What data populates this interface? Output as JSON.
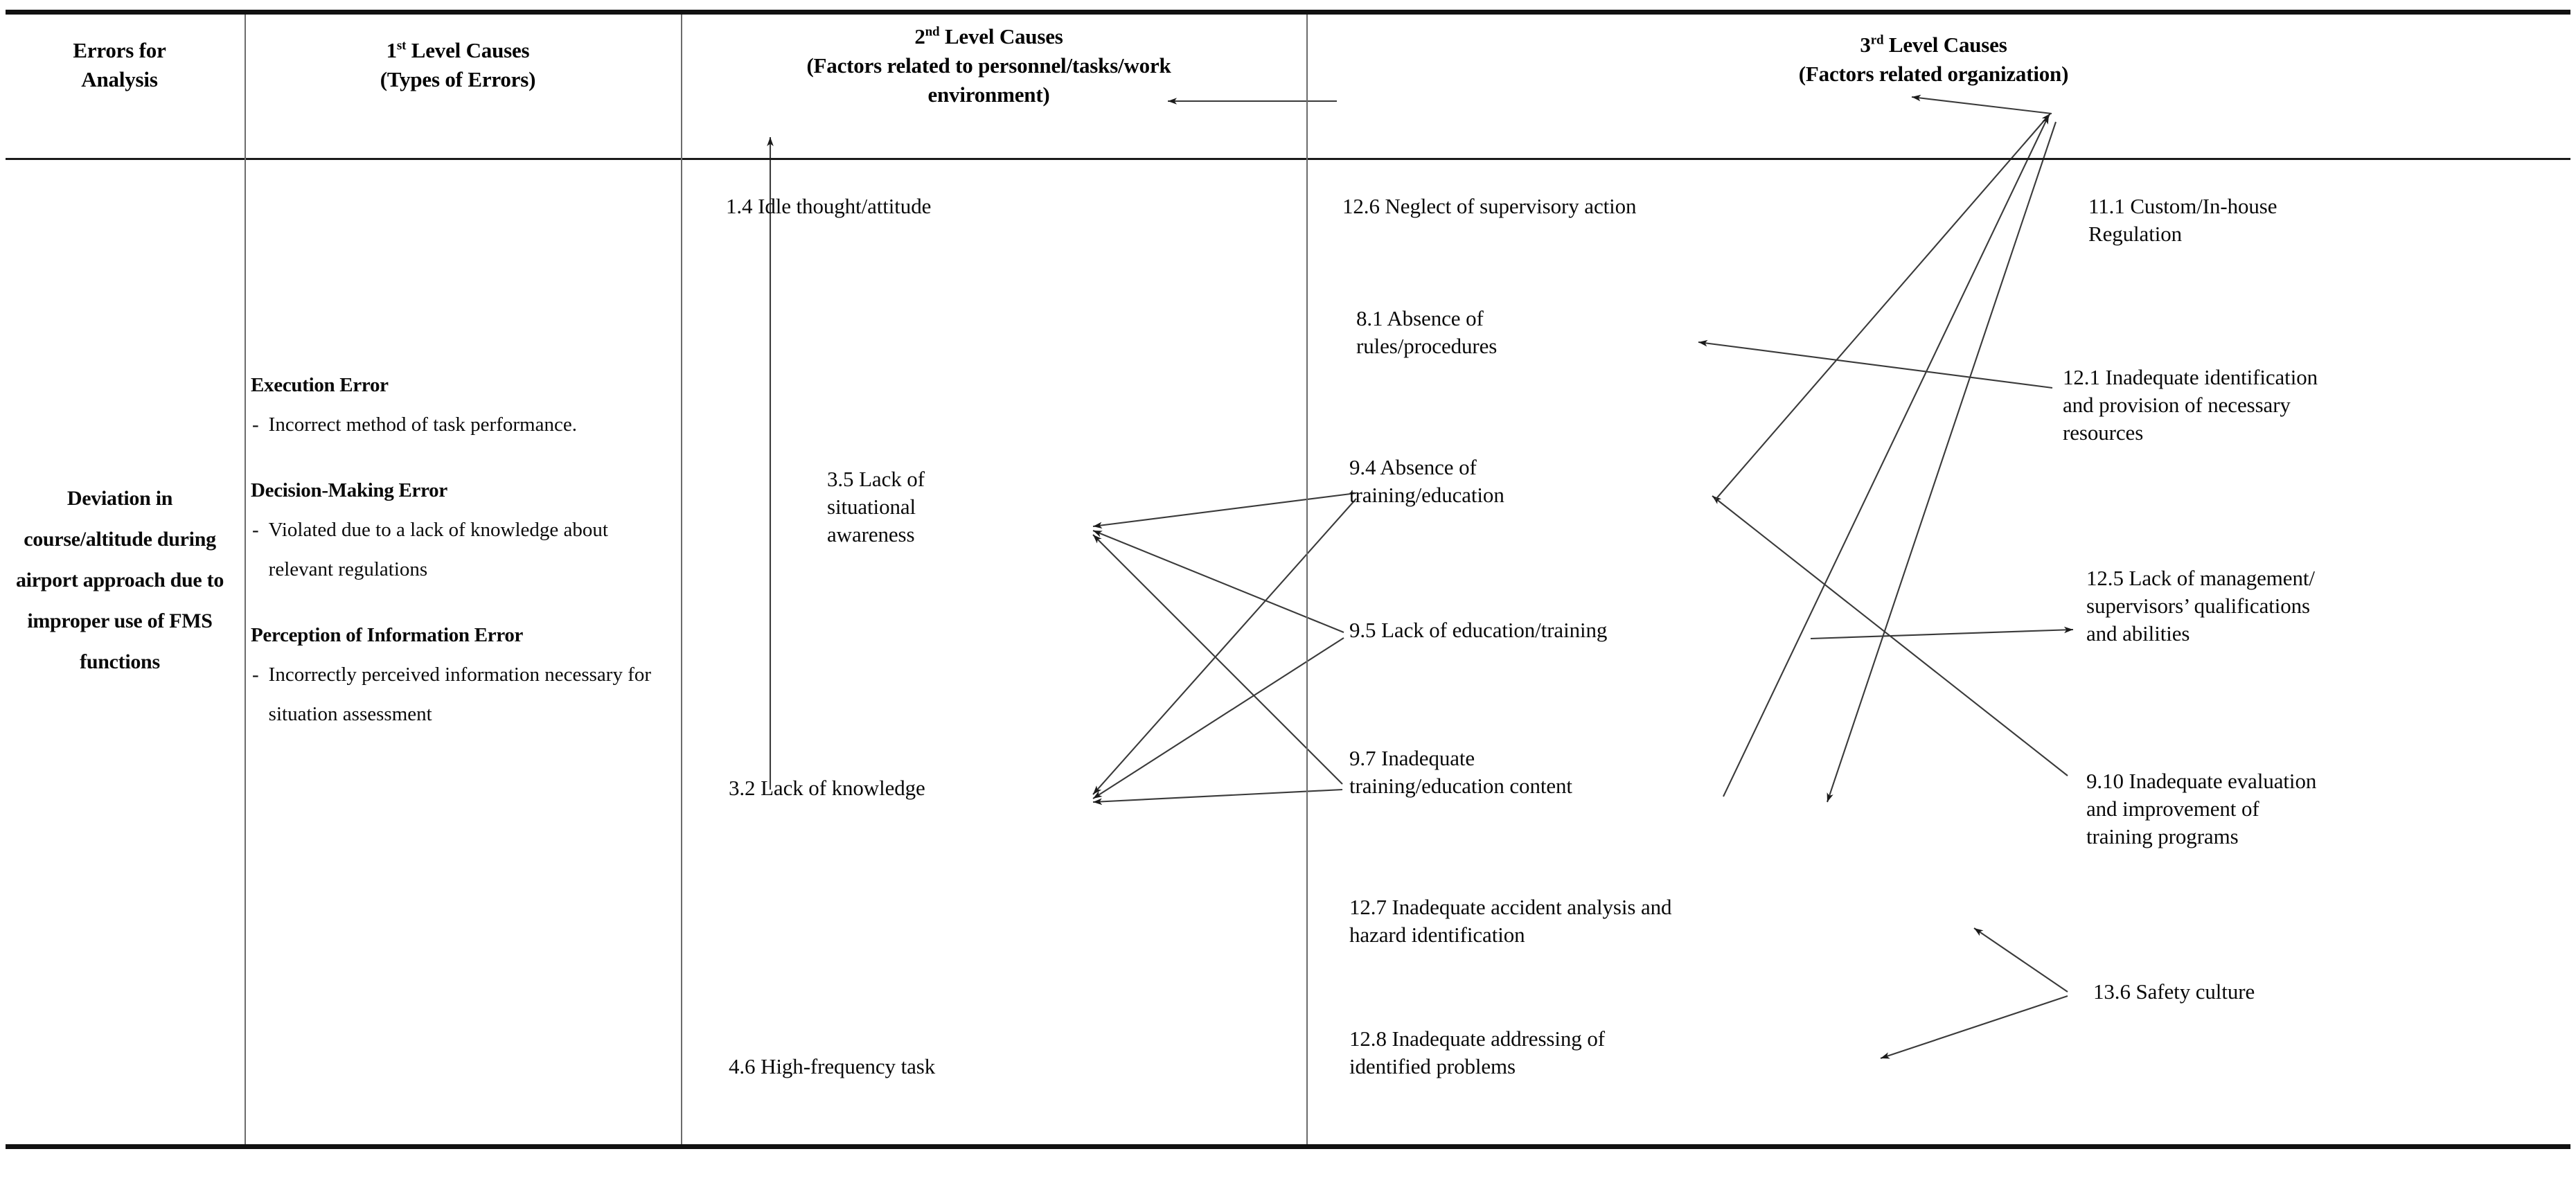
{
  "table": {
    "headers": [
      {
        "id": "errors-for-analysis",
        "line1": "Errors for",
        "line2": "Analysis",
        "sup": ""
      },
      {
        "id": "first-level-causes",
        "line1": "1st Level Causes",
        "line2": "(Types of Errors)",
        "sup": "st"
      },
      {
        "id": "second-level-causes",
        "line1": "2nd Level Causes",
        "line2": "(Factors related to personnel/tasks/work environment)",
        "sup": "nd"
      },
      {
        "id": "third-level-causes",
        "line1": "3rd Level Causes",
        "line2": "(Factors related organization)",
        "sup": "rd"
      }
    ],
    "header_parts": {
      "h0_l1": "Errors for",
      "h0_l2": "Analysis",
      "h1_num": "1",
      "h1_sup": "st",
      "h1_rest": " Level Causes",
      "h1_l2": "(Types of Errors)",
      "h2_num": "2",
      "h2_sup": "nd",
      "h2_rest": " Level Causes",
      "h2_l2": "(Factors related to personnel/tasks/work",
      "h2_l3": "environment)",
      "h3_num": "3",
      "h3_sup": "rd",
      "h3_rest": " Level Causes",
      "h3_l2": "(Factors related organization)"
    }
  },
  "error_for_analysis": {
    "text": "Deviation in course/altitude during airport approach due to improper use of FMS functions"
  },
  "first_level_causes": [
    {
      "title": "Execution Error",
      "bullet_marker": "-",
      "bullet": "Incorrect method of task performance."
    },
    {
      "title": "Decision-Making Error",
      "bullet_marker": "-",
      "bullet": "Violated due to a lack of knowledge about relevant regulations"
    },
    {
      "title": "Perception of Information Error",
      "bullet_marker": "-",
      "bullet": "Incorrectly perceived information necessary for situation assessment"
    }
  ],
  "second_level_causes": [
    {
      "code": "1.4",
      "label": "1.4 Idle thought/attitude"
    },
    {
      "code": "3.5",
      "label": "3.5 Lack of\nsituational\nawareness"
    },
    {
      "code": "3.2",
      "label": "3.2 Lack of knowledge"
    },
    {
      "code": "4.6",
      "label": "4.6 High-frequency task"
    }
  ],
  "third_level_causes": [
    {
      "code": "12.6",
      "label": "12.6 Neglect of supervisory action"
    },
    {
      "code": "8.1",
      "label": "8.1 Absence of\nrules/procedures"
    },
    {
      "code": "9.4",
      "label": "9.4 Absence of\ntraining/education"
    },
    {
      "code": "9.5",
      "label": "9.5 Lack of education/training"
    },
    {
      "code": "9.7",
      "label": "9.7 Inadequate\ntraining/education content"
    },
    {
      "code": "12.7",
      "label": "12.7 Inadequate accident analysis and\nhazard identification"
    },
    {
      "code": "12.8",
      "label": "12.8 Inadequate addressing of\nidentified problems"
    },
    {
      "code": "11.1",
      "label": "11.1 Custom/In-house\nRegulation"
    },
    {
      "code": "12.1",
      "label": "12.1 Inadequate identification\nand provision of necessary\nresources"
    },
    {
      "code": "12.5",
      "label": "12.5 Lack of management/\nsupervisors’ qualifications\nand abilities"
    },
    {
      "code": "9.10",
      "label": "9.10 Inadequate evaluation\nand improvement of\ntraining programs"
    },
    {
      "code": "13.6",
      "label": "13.6 Safety culture"
    }
  ],
  "connections": [
    {
      "from": "3.2",
      "to": "1.4",
      "style": "vertical"
    },
    {
      "from": "12.6",
      "to": "1.4",
      "style": "horizontal"
    },
    {
      "from": "9.4",
      "to": "3.5",
      "style": "diagonal"
    },
    {
      "from": "9.5",
      "to": "3.5",
      "style": "diagonal"
    },
    {
      "from": "9.7",
      "to": "3.5",
      "style": "diagonal"
    },
    {
      "from": "9.4",
      "to": "3.2",
      "style": "diagonal"
    },
    {
      "from": "9.5",
      "to": "3.2",
      "style": "diagonal"
    },
    {
      "from": "9.7",
      "to": "3.2",
      "style": "diagonal"
    },
    {
      "from": "11.1",
      "to": "12.6",
      "style": "diagonal"
    },
    {
      "from": "12.1",
      "to": "8.1",
      "style": "diagonal"
    },
    {
      "from": "9.10",
      "to": "9.4",
      "style": "diagonal"
    },
    {
      "from": "9.5",
      "to": "12.5",
      "style": "diagonal"
    },
    {
      "from": "9.4",
      "to": "11.1",
      "style": "diagonal"
    },
    {
      "from": "9.7",
      "to": "11.1",
      "style": "diagonal"
    },
    {
      "from": "11.1",
      "to": "9.7",
      "style": "diagonal"
    },
    {
      "from": "13.6",
      "to": "12.7",
      "style": "diagonal"
    },
    {
      "from": "13.6",
      "to": "12.8",
      "style": "diagonal"
    }
  ],
  "colors": {
    "ink": "#0b0b0b",
    "rule_heavy": "#111111",
    "rule_light": "#6b6b6b",
    "arrow": "#2a2a2a"
  }
}
